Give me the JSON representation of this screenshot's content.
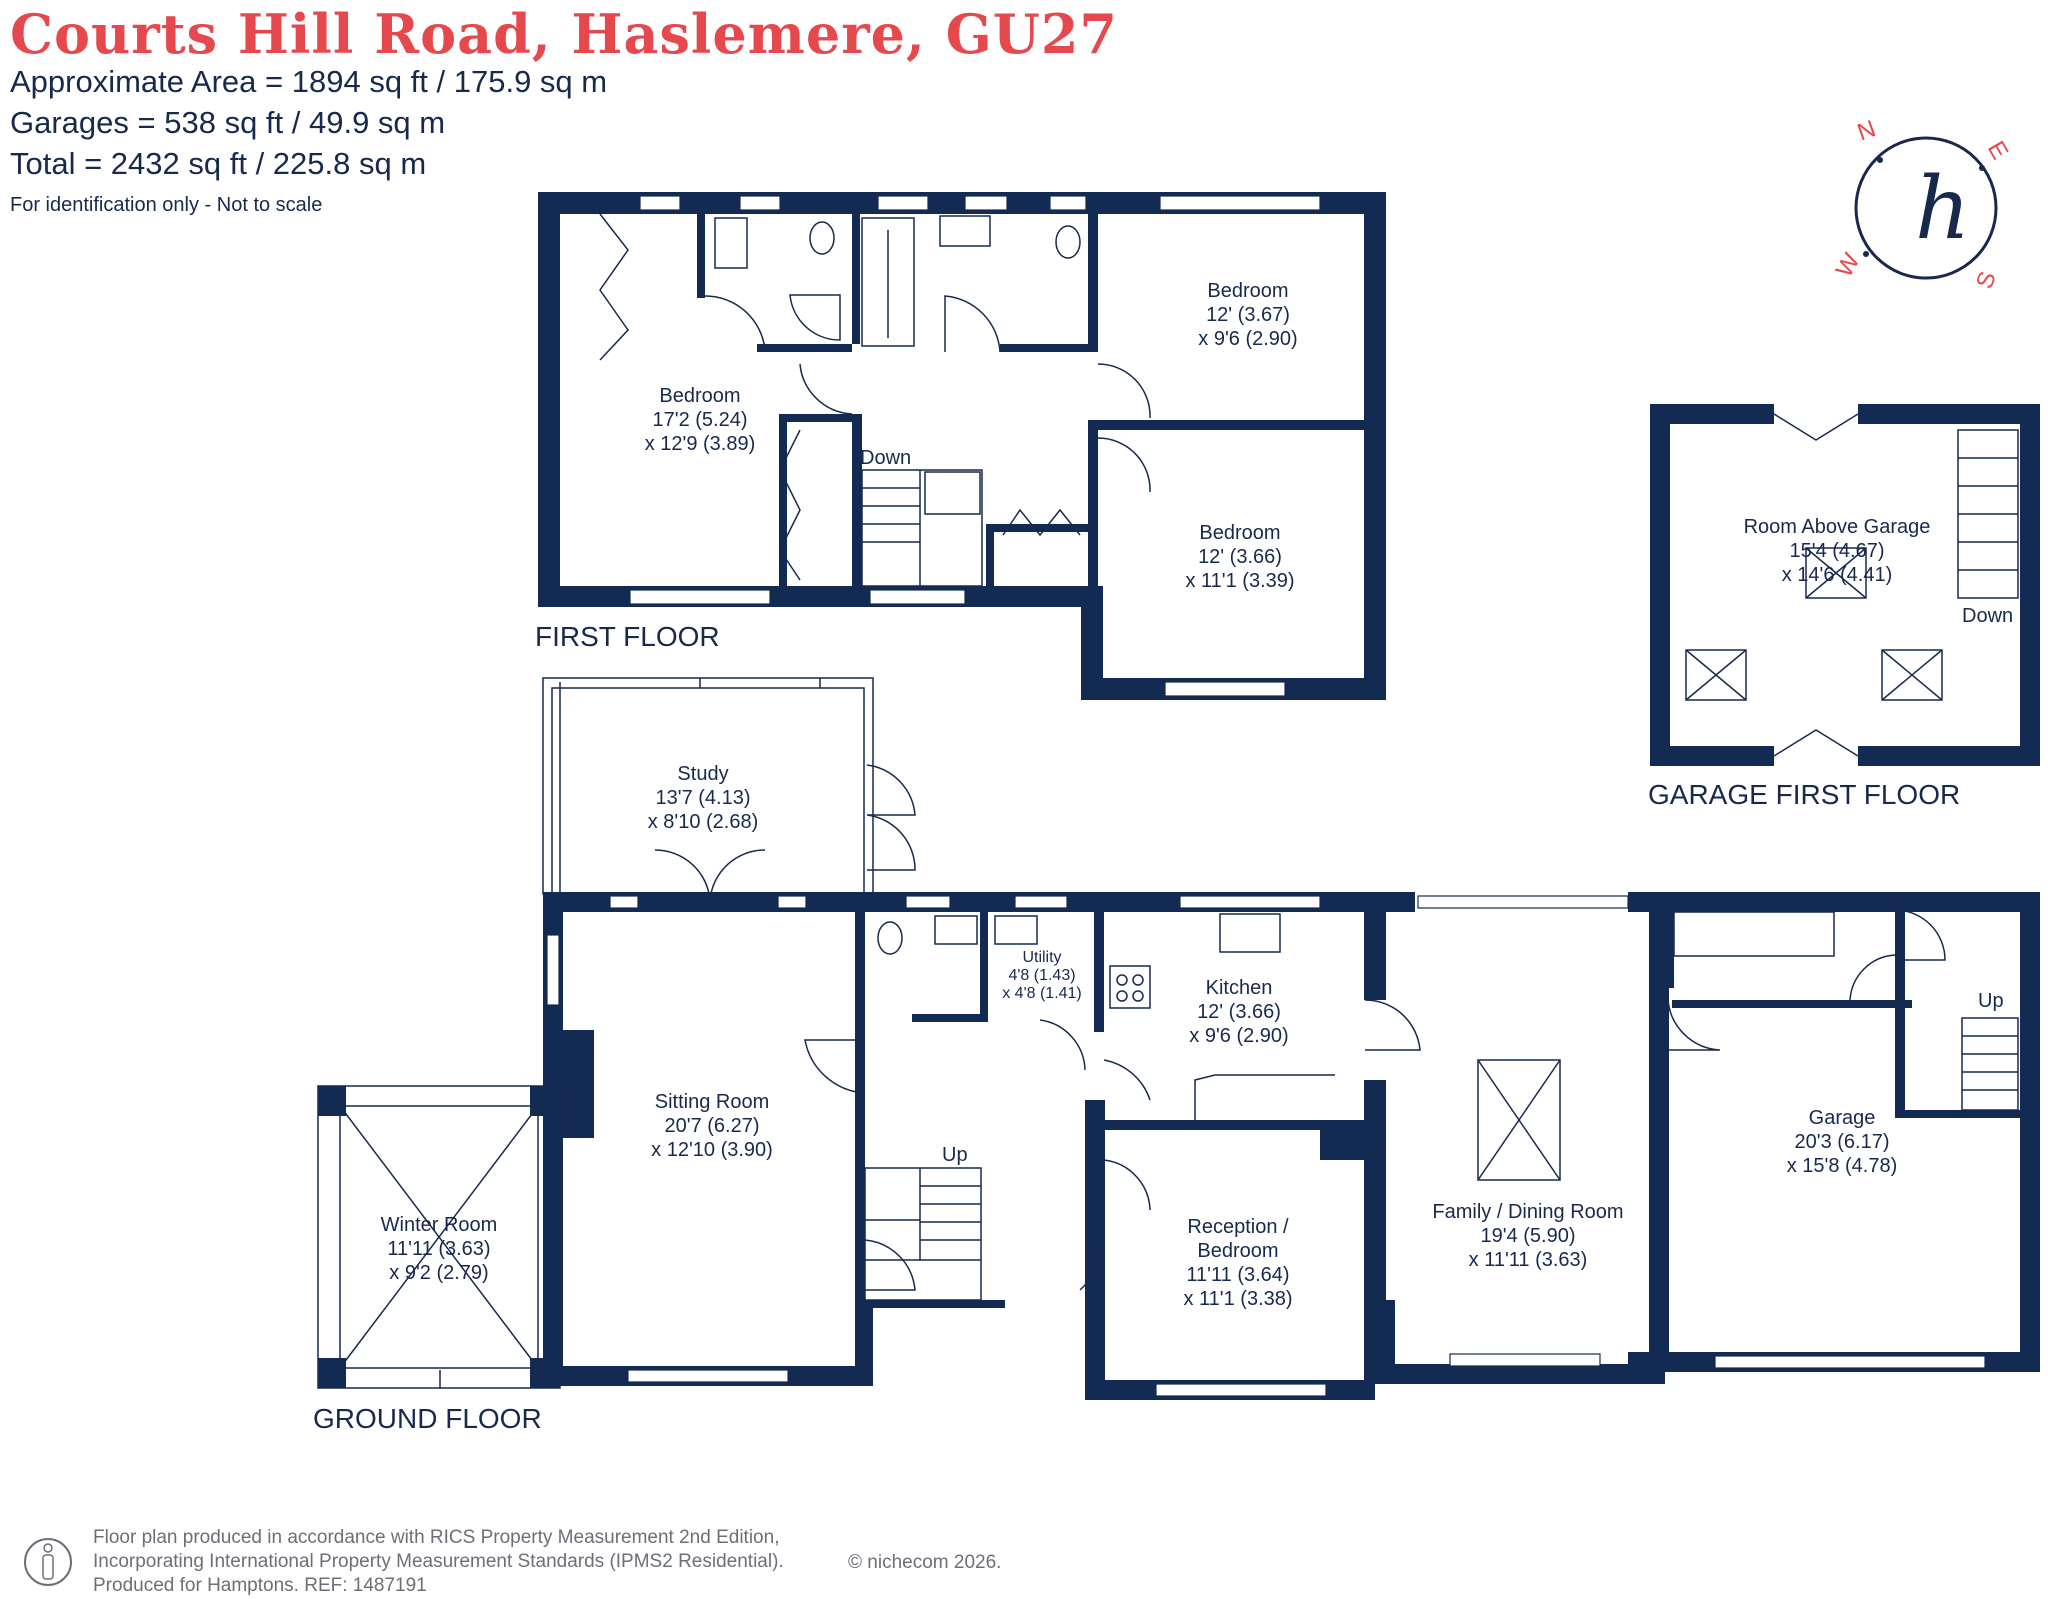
{
  "header": {
    "title": "Courts Hill Road, Haslemere, GU27",
    "approx_area": "Approximate Area = 1894 sq ft / 175.9 sq m",
    "garages": "Garages = 538 sq ft / 49.9 sq m",
    "total": "Total = 2432 sq ft / 225.8 sq m",
    "note": "For identification only - Not to scale"
  },
  "compass": {
    "n": "N",
    "e": "E",
    "s": "S",
    "w": "W",
    "logo": "h"
  },
  "floors": {
    "first": "FIRST FLOOR",
    "garage_first": "GARAGE FIRST FLOOR",
    "ground": "GROUND FLOOR"
  },
  "stairs": {
    "down": "Down",
    "up": "Up"
  },
  "rooms": {
    "ff_bed1": {
      "name": "Bedroom",
      "dim1": "17'2 (5.24)",
      "dim2": "x 12'9 (3.89)"
    },
    "ff_bed2": {
      "name": "Bedroom",
      "dim1": "12' (3.67)",
      "dim2": "x 9'6 (2.90)"
    },
    "ff_bed3": {
      "name": "Bedroom",
      "dim1": "12' (3.66)",
      "dim2": "x 11'1 (3.39)"
    },
    "rag": {
      "name": "Room Above Garage",
      "dim1": "15'4 (4.67)",
      "dim2": "x 14'6 (4.41)"
    },
    "study": {
      "name": "Study",
      "dim1": "13'7 (4.13)",
      "dim2": "x 8'10 (2.68)"
    },
    "sitting": {
      "name": "Sitting Room",
      "dim1": "20'7 (6.27)",
      "dim2": "x 12'10 (3.90)"
    },
    "winter": {
      "name": "Winter Room",
      "dim1": "11'11 (3.63)",
      "dim2": "x 9'2 (2.79)"
    },
    "utility": {
      "name": "Utility",
      "dim1": "4'8 (1.43)",
      "dim2": "x 4'8 (1.41)"
    },
    "kitchen": {
      "name": "Kitchen",
      "dim1": "12' (3.66)",
      "dim2": "x 9'6 (2.90)"
    },
    "reception": {
      "name1": "Reception /",
      "name2": "Bedroom",
      "dim1": "11'11 (3.64)",
      "dim2": "x 11'1 (3.38)"
    },
    "family": {
      "name": "Family / Dining Room",
      "dim1": "19'4 (5.90)",
      "dim2": "x 11'11 (3.63)"
    },
    "garage": {
      "name": "Garage",
      "dim1": "20'3 (6.17)",
      "dim2": "x 15'8 (4.78)"
    }
  },
  "footer": {
    "line1": "Floor plan produced in accordance with RICS Property Measurement 2nd Edition,",
    "line2": "Incorporating International Property Measurement Standards (IPMS2 Residential).",
    "line3": "Produced for Hamptons.   REF:  1487191",
    "copyright": "© nichecom 2026."
  }
}
